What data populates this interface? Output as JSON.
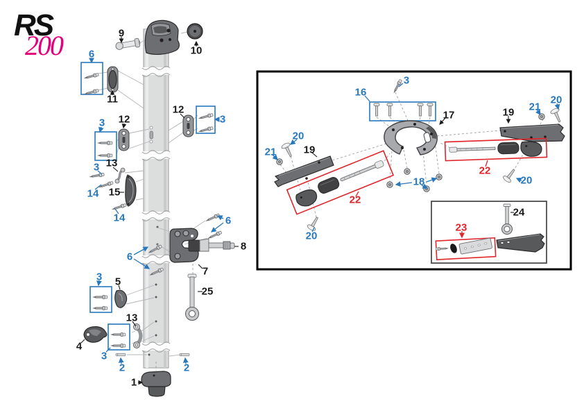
{
  "logo": {
    "brand": "RS",
    "model": "200"
  },
  "colors": {
    "callout_blue": "#2878be",
    "callout_red": "#e0252b",
    "callout_black": "#1a1a1a",
    "logo_magenta": "#e5007d",
    "part_dark": "#58595b",
    "part_light": "#d1d3d4",
    "mast_gray": "#dcdddd",
    "outer_box_border": "#000000"
  },
  "callouts": {
    "pin9": "9",
    "cap10": "10",
    "screws6_top": "6",
    "plate11": "11",
    "eyelet12_left": "12",
    "screws3_upper_left": "3",
    "eyelet12_right": "12",
    "screws3_right": "3",
    "hook13": "13",
    "screw3_mid": "3",
    "screw14_upper": "14",
    "cleat15": "15",
    "screw14_lower": "14",
    "screws6_right": "6",
    "screws6_left": "6",
    "pin8": "8",
    "gooseneck7": "7",
    "rod25": "25",
    "screws3_mid": "3",
    "cleat5": "5",
    "saddle13": "13",
    "cleat4": "4",
    "screws3_bottom": "3",
    "rivet2_left": "2",
    "rivet2_right": "2",
    "plug1": "1",
    "screw3_spreader": "3",
    "bolts16": "16",
    "bracket17": "17",
    "plate19_right": "19",
    "nut21_right": "21",
    "bolt20_top_right": "20",
    "arm22_right": "22",
    "bolt20_right": "20",
    "bolt20_left": "20",
    "nut21_left": "21",
    "plate19_left": "19",
    "arm22_left": "22",
    "bolt20_bottom": "20",
    "nuts18": "18",
    "eyebolt24": "24",
    "pad23": "23"
  }
}
